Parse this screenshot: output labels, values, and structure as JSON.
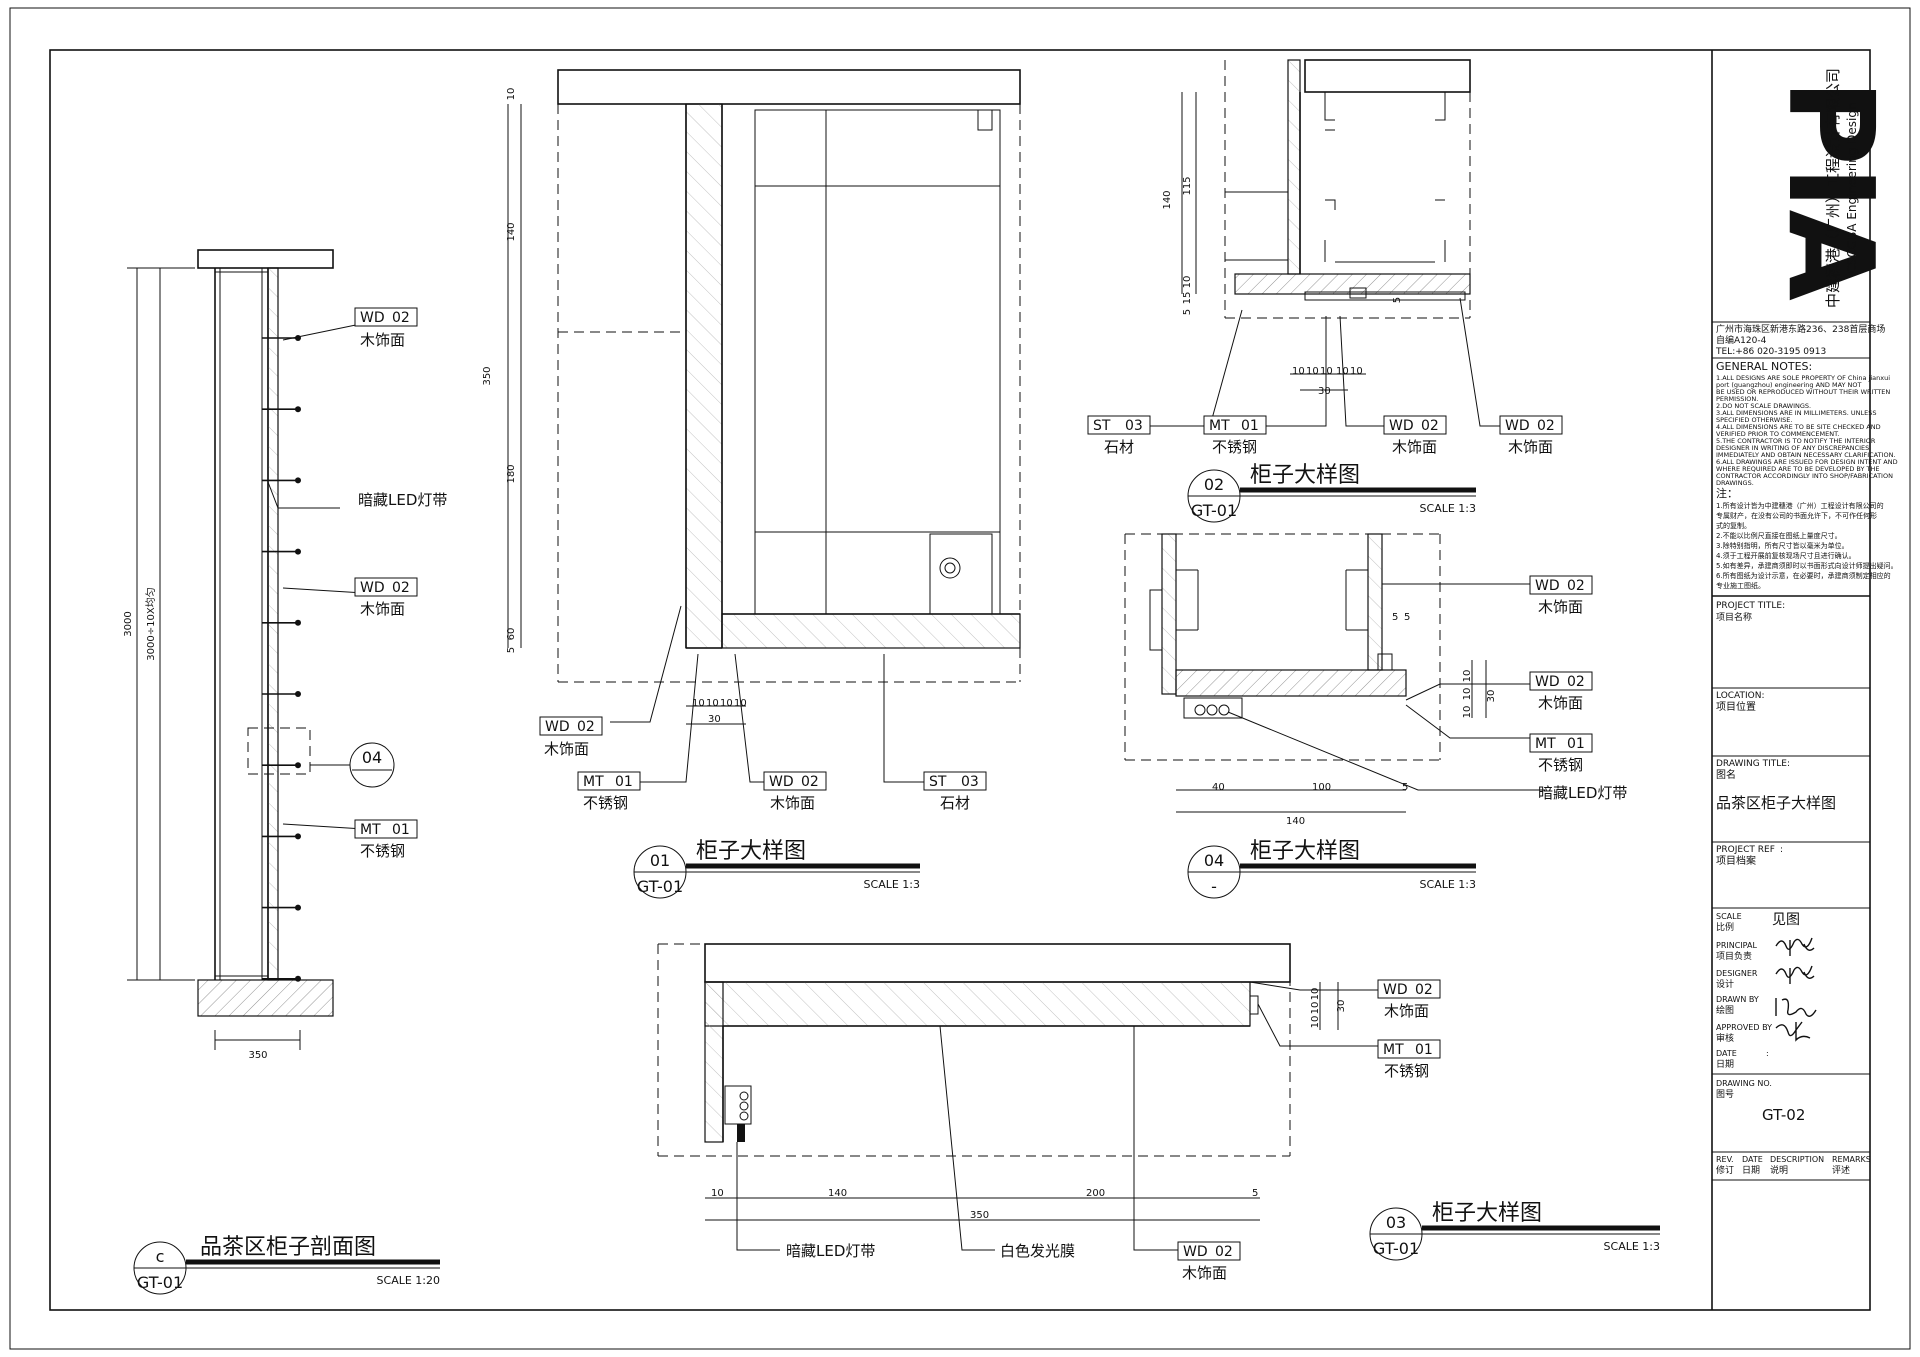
{
  "company": {
    "logo_text": "PIA",
    "name_cn": "中建穗港（广州）工程设计有限公司",
    "name_en": "CSCGBA Engineering Design",
    "address_line1": "广州市海珠区新港东路236、238首层商场",
    "address_line2": "自编A120-4",
    "tel": "TEL:+86 020-3195 0913"
  },
  "general_notes": {
    "heading": "GENERAL NOTES:",
    "en_lines": [
      "1.ALL DESIGNS ARE SOLE PROPERTY OF China jianxui",
      "port (guangzhou) engineering   AND MAY NOT",
      "BE USED OR REPRODUCED WITHOUT THEIR WRITTEN",
      "PERMISSION.",
      "2.DO NOT SCALE DRAWINGS.",
      "3.ALL DIMENSIONS ARE IN MILLIMETERS. UNLESS",
      "SPECIFIED OTHERWISE.",
      "4.ALL DIMENSIONS ARE TO BE SITE CHECKED AND",
      "VERIFIED PRIOR TO COMMENCEMENT.",
      "5.THE CONTRACTOR IS TO NOTIFY THE INTERIOR",
      "DESIGNER IN WRITING OF ANY DISCREPANCIES",
      "IMMEDIATELY AND OBTAIN NECESSARY CLARIFICATION.",
      "6.ALL DRAWINGS ARE ISSUED FOR DESIGN INTENT AND",
      "WHERE REQUIRED ARE TO BE DEVELOPED BY THE",
      "CONTRACTOR ACCORDINGLY INTO SHOP/FABRICATION",
      "DRAWINGS."
    ],
    "cn_heading": "注：",
    "cn_lines": [
      "1.所有设计皆为中建穗港（广州）工程设计有限公司的",
      "  专属财产，在没有公司的书面允许下，不可作任何形",
      "  式的复制。",
      "2.不能以比例尺直接在图纸上量度尺寸。",
      "3.除特别指明，所有尺寸皆以毫米为单位。",
      "4.须于工程开展前复核现场尺寸且进行确认。",
      "5.如有差异，承建商须即时以书面形式向设计师提出疑问。",
      "6.所有图纸为设计示意，在必要时，承建商须制定相应的",
      "  专业施工图纸。"
    ]
  },
  "title_block": {
    "project_title_label": "PROJECT TITLE:",
    "project_title_cn": "项目名称",
    "location_label": "LOCATION:",
    "location_cn": "项目位置",
    "drawing_title_label": "DRAWING TITLE:",
    "drawing_title_cn": "图名",
    "drawing_title_value": "品茶区柜子大样图",
    "project_ref_label": "PROJECT REF",
    "project_ref_colon": ":",
    "project_ref_cn": "项目档案",
    "scale_label": "SCALE",
    "scale_cn": "比例",
    "scale_value": "见图",
    "principal_label": "PRINCIPAL",
    "principal_cn": "项目负责",
    "designer_label": "DESIGNER",
    "designer_cn": "设计",
    "drawn_by_label": "DRAWN BY",
    "drawn_by_cn": "绘图",
    "approved_by_label": "APPROVED BY",
    "approved_by_cn": "审核",
    "date_label": "DATE",
    "date_colon": ":",
    "date_cn": "日期",
    "drawing_no_label": "DRAWING NO.",
    "drawing_no_cn": "图号",
    "drawing_no_value": "GT-02",
    "rev_label": "REV.",
    "rev_cn": "修订",
    "rev_date_label": "DATE",
    "rev_date_cn": "日期",
    "description_label": "DESCRIPTION",
    "description_cn": "说明",
    "remarks_label": "REMARKS",
    "remarks_cn": "评述"
  },
  "section_c": {
    "title": "品茶区柜子剖面图",
    "bubble_top": "c",
    "bubble_bottom": "GT-01",
    "scale": "SCALE 1:20",
    "dim_height": "3000",
    "dim_inner": "3000÷10X均匀",
    "dim_width": "350",
    "callout_ref": "04",
    "tags": [
      {
        "code": "WD",
        "num": "02",
        "label": "木饰面"
      },
      {
        "label": "暗藏LED灯带"
      },
      {
        "code": "WD",
        "num": "02",
        "label": "木饰面"
      },
      {
        "code": "MT",
        "num": "01",
        "label": "不锈钢"
      }
    ]
  },
  "detail_01": {
    "title": "柜子大样图",
    "bubble_top": "01",
    "bubble_bottom": "GT-01",
    "scale": "SCALE 1:3",
    "dims_v": [
      "10",
      "140",
      "350",
      "180",
      "60",
      "5"
    ],
    "dims_h": [
      "10",
      "10",
      "10",
      "10",
      "30"
    ],
    "tags": [
      {
        "code": "WD",
        "num": "02",
        "label": "木饰面"
      },
      {
        "code": "MT",
        "num": "01",
        "label": "不锈钢"
      },
      {
        "code": "WD",
        "num": "02",
        "label": "木饰面"
      },
      {
        "code": "ST",
        "num": "03",
        "label": "石材"
      }
    ]
  },
  "detail_02": {
    "title": "柜子大样图",
    "bubble_top": "02",
    "bubble_bottom": "GT-01",
    "scale": "SCALE 1:3",
    "dims_v": [
      "140",
      "115",
      "10",
      "15",
      "5",
      "5"
    ],
    "dims_h": [
      "10",
      "10",
      "10",
      "10",
      "10",
      "30"
    ],
    "tags": [
      {
        "code": "ST",
        "num": "03",
        "label": "石材"
      },
      {
        "code": "MT",
        "num": "01",
        "label": "不锈钢"
      },
      {
        "code": "WD",
        "num": "02",
        "label": "木饰面"
      },
      {
        "code": "WD",
        "num": "02",
        "label": "木饰面"
      }
    ]
  },
  "detail_04": {
    "title": "柜子大样图",
    "bubble_top": "04",
    "bubble_bottom": "-",
    "scale": "SCALE 1:3",
    "dims_h": [
      "40",
      "100",
      "5",
      "140"
    ],
    "dims_v": [
      "5",
      "5",
      "10",
      "10",
      "10",
      "30"
    ],
    "tags": [
      {
        "code": "WD",
        "num": "02",
        "label": "木饰面"
      },
      {
        "code": "WD",
        "num": "02",
        "label": "木饰面"
      },
      {
        "code": "MT",
        "num": "01",
        "label": "不锈钢"
      },
      {
        "label": "暗藏LED灯带"
      }
    ]
  },
  "detail_03": {
    "title": "柜子大样图",
    "bubble_top": "03",
    "bubble_bottom": "GT-01",
    "scale": "SCALE 1:3",
    "dims_h": [
      "10",
      "140",
      "200",
      "5",
      "350"
    ],
    "dims_v": [
      "10",
      "10",
      "10",
      "30"
    ],
    "tags": [
      {
        "code": "WD",
        "num": "02",
        "label": "木饰面"
      },
      {
        "code": "MT",
        "num": "01",
        "label": "不锈钢"
      },
      {
        "label": "暗藏LED灯带"
      },
      {
        "label": "白色发光膜"
      },
      {
        "code": "WD",
        "num": "02",
        "label": "木饰面"
      }
    ]
  }
}
